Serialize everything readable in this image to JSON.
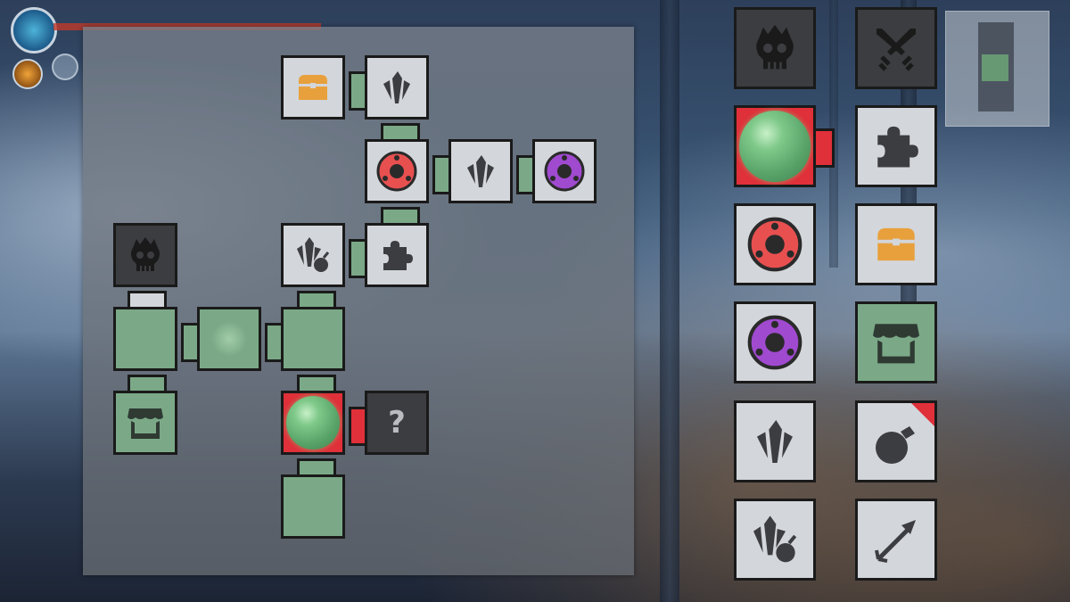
{
  "minimap": {
    "rooms": [
      {
        "id": "chest-top",
        "type": "chest",
        "style": "light",
        "icon": "chest-icon"
      },
      {
        "id": "crystal-top",
        "type": "crystal",
        "style": "light",
        "icon": "crystal-icon"
      },
      {
        "id": "eye-red-mid",
        "type": "red-sigil",
        "style": "light",
        "icon": "red-sigil-icon"
      },
      {
        "id": "crystal-mid",
        "type": "crystal",
        "style": "light",
        "icon": "crystal-icon"
      },
      {
        "id": "eye-purple",
        "type": "purple-sigil",
        "style": "light",
        "icon": "purple-sigil-icon"
      },
      {
        "id": "skull-boss",
        "type": "boss",
        "style": "dark",
        "icon": "skull-icon"
      },
      {
        "id": "crystal-bomb",
        "type": "crystal-bomb",
        "style": "light",
        "icon": "crystal-bomb-icon"
      },
      {
        "id": "puzzle",
        "type": "puzzle",
        "style": "light",
        "icon": "puzzle-icon"
      },
      {
        "id": "cleared-1",
        "type": "cleared",
        "style": "green"
      },
      {
        "id": "cleared-2",
        "type": "cleared",
        "style": "green"
      },
      {
        "id": "cleared-3",
        "type": "cleared",
        "style": "green"
      },
      {
        "id": "shop",
        "type": "shop",
        "style": "green",
        "icon": "shop-icon"
      },
      {
        "id": "current",
        "type": "current",
        "style": "red",
        "icon": "player-orb-icon"
      },
      {
        "id": "unknown",
        "type": "unknown",
        "style": "dark",
        "label": "?"
      },
      {
        "id": "cleared-4",
        "type": "cleared",
        "style": "green"
      }
    ]
  },
  "legend": {
    "items": [
      {
        "name": "legend-boss",
        "style": "dark",
        "icon": "skull-icon"
      },
      {
        "name": "legend-combat",
        "style": "dark",
        "icon": "crossed-swords-icon"
      },
      {
        "name": "legend-current",
        "style": "red",
        "icon": "player-orb-icon"
      },
      {
        "name": "legend-puzzle",
        "style": "light",
        "icon": "puzzle-icon"
      },
      {
        "name": "legend-red-sigil",
        "style": "light",
        "icon": "red-sigil-icon"
      },
      {
        "name": "legend-chest",
        "style": "light",
        "icon": "chest-icon"
      },
      {
        "name": "legend-purple-sigil",
        "style": "light",
        "icon": "purple-sigil-icon"
      },
      {
        "name": "legend-shop",
        "style": "green",
        "icon": "shop-icon"
      },
      {
        "name": "legend-crystal",
        "style": "light",
        "icon": "crystal-icon"
      },
      {
        "name": "legend-bomb",
        "style": "light",
        "icon": "bomb-icon"
      },
      {
        "name": "legend-crystal-bomb",
        "style": "light",
        "icon": "crystal-bomb-icon"
      },
      {
        "name": "legend-arrow",
        "style": "light",
        "icon": "arrow-icon"
      }
    ]
  },
  "unknown_room_label": "?",
  "colors": {
    "cleared": "#7ba987",
    "current": "#e0303a",
    "unvisited": "#d3d6da",
    "dark": "#3c3d40",
    "chest": "#e8a03c",
    "red_sigil": "#e85050",
    "purple_sigil": "#a04ad0"
  }
}
